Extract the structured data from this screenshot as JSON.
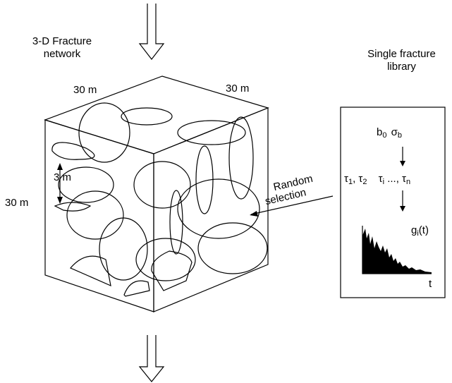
{
  "title": {
    "network": "3-D Fracture",
    "network_line2": "network",
    "library": "Single fracture",
    "library_line2": "library"
  },
  "dimensions": {
    "top_left": "30 m",
    "top_right": "30 m",
    "side": "30 m",
    "spacing": "3 m"
  },
  "arrow_label": {
    "line1": "Random",
    "line2": "selection"
  },
  "library_box": {
    "params_b": "b",
    "params_b_sub": "0",
    "params_sigma": "σ",
    "params_sigma_sub": "b",
    "tau1": "τ",
    "tau1_sub": "1",
    "tau2": "τ",
    "tau2_sub": "2",
    "taui": "τ",
    "taui_sub": "i",
    "ellipsis": "...,",
    "taun": "τ",
    "taun_sub": "n",
    "g": "g",
    "g_sub": "i",
    "g_arg": "(t)",
    "t_axis": "t"
  }
}
